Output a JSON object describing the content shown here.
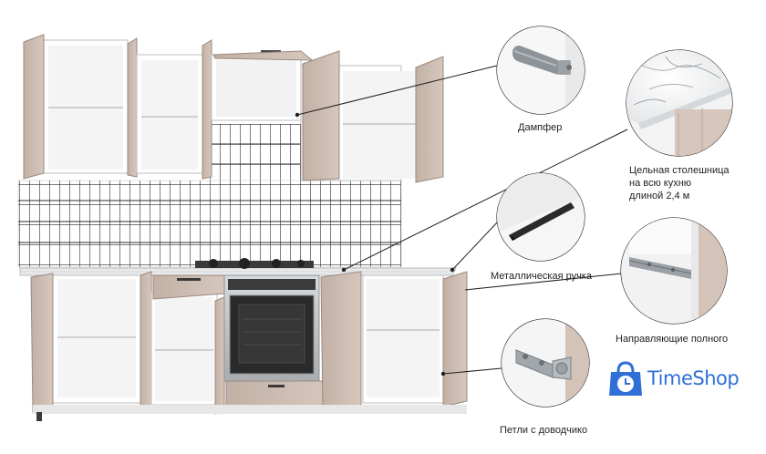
{
  "callouts": {
    "damper": "Дампфер",
    "countertop": "Цельная столешница\nна всю кухню\nдлиной 2,4 м",
    "handle": "Металлическая ручка",
    "rails": "Направляющие полного",
    "hinges": "Петли с доводчико"
  },
  "brand": {
    "name": "TimeShop",
    "color": "#2f6fd6"
  },
  "colors": {
    "facade": "#c9b8ad",
    "carcass": "#ffffff",
    "tile_grout": "#2b2b2b",
    "oven_steel": "#bfc2c4",
    "oven_glass": "#2a2a2a"
  },
  "icons": {
    "brand_logo": "clock-shopping-bag-icon"
  }
}
